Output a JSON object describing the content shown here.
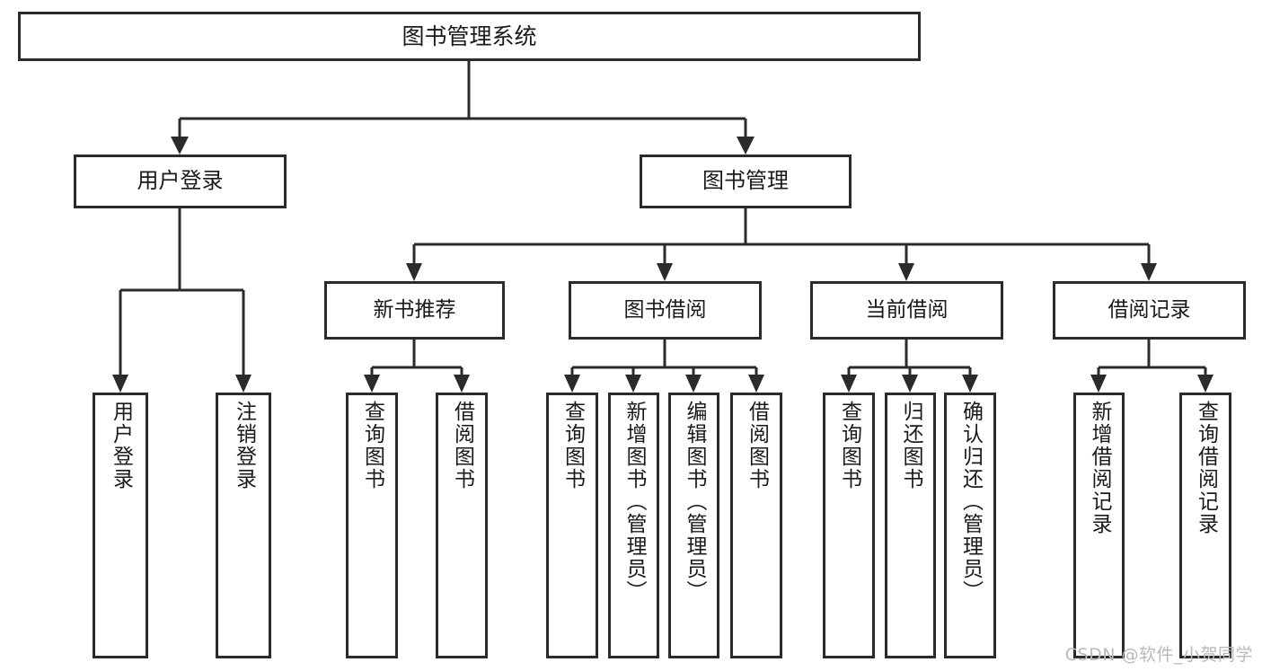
{
  "diagram": {
    "title": "图书管理系统",
    "type": "hierarchical-tree",
    "watermark": "CSDN @软件_小贺同学",
    "colors": {
      "stroke": "#2b2b2b",
      "background": "#ffffff",
      "text": "#1a1a1a",
      "watermark": "#b9b9b9"
    },
    "root": {
      "label": "图书管理系统"
    },
    "level1": [
      {
        "id": "user-login",
        "label": "用户登录"
      },
      {
        "id": "book-manage",
        "label": "图书管理"
      }
    ],
    "level2": [
      {
        "id": "new-book-recommend",
        "label": "新书推荐",
        "parent": "book-manage"
      },
      {
        "id": "book-borrow",
        "label": "图书借阅",
        "parent": "book-manage"
      },
      {
        "id": "current-borrow",
        "label": "当前借阅",
        "parent": "book-manage"
      },
      {
        "id": "borrow-record",
        "label": "借阅记录",
        "parent": "book-manage"
      }
    ],
    "leaves": [
      {
        "id": "leaf-user-login",
        "label": "用户登录",
        "parent": "user-login"
      },
      {
        "id": "leaf-user-logout",
        "label": "注销登录",
        "parent": "user-login"
      },
      {
        "id": "leaf-query-book-1",
        "label": "查询图书",
        "parent": "new-book-recommend"
      },
      {
        "id": "leaf-borrow-book-1",
        "label": "借阅图书",
        "parent": "new-book-recommend"
      },
      {
        "id": "leaf-query-book-2",
        "label": "查询图书",
        "parent": "book-borrow"
      },
      {
        "id": "leaf-add-book",
        "label": "新增图书（管理员）",
        "parent": "book-borrow"
      },
      {
        "id": "leaf-edit-book",
        "label": "编辑图书（管理员）",
        "parent": "book-borrow"
      },
      {
        "id": "leaf-borrow-book-2",
        "label": "借阅图书",
        "parent": "book-borrow"
      },
      {
        "id": "leaf-query-book-3",
        "label": "查询图书",
        "parent": "current-borrow"
      },
      {
        "id": "leaf-return-book",
        "label": "归还图书",
        "parent": "current-borrow"
      },
      {
        "id": "leaf-confirm-return",
        "label": "确认归还（管理员）",
        "parent": "current-borrow"
      },
      {
        "id": "leaf-add-record",
        "label": "新增借阅记录",
        "parent": "borrow-record"
      },
      {
        "id": "leaf-query-record",
        "label": "查询借阅记录",
        "parent": "borrow-record"
      }
    ]
  }
}
